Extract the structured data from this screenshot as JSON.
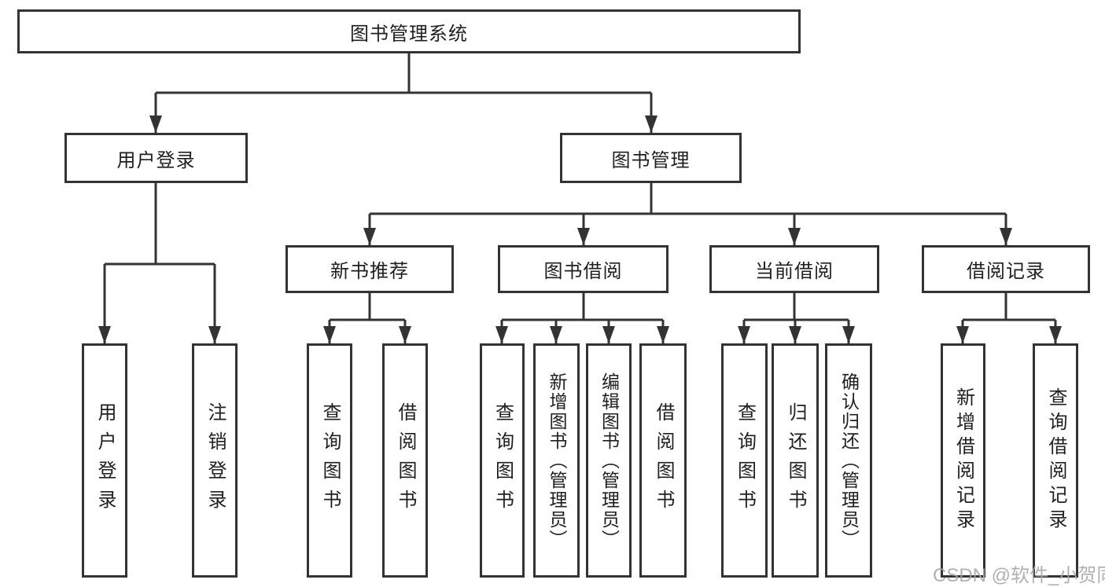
{
  "tree": {
    "label": "图书管理系统",
    "children": [
      {
        "label": "用户登录",
        "children": [
          {
            "label": "用户登录"
          },
          {
            "label": "注销登录"
          }
        ]
      },
      {
        "label": "图书管理",
        "children": [
          {
            "label": "新书推荐",
            "children": [
              {
                "label": "查询图书"
              },
              {
                "label": "借阅图书"
              }
            ]
          },
          {
            "label": "图书借阅",
            "children": [
              {
                "label": "查询图书"
              },
              {
                "label": "新增图书（管理员）"
              },
              {
                "label": "编辑图书（管理员）"
              },
              {
                "label": "借阅图书"
              }
            ]
          },
          {
            "label": "当前借阅",
            "children": [
              {
                "label": "查询图书"
              },
              {
                "label": "归还图书"
              },
              {
                "label": "确认归还（管理员）"
              }
            ]
          },
          {
            "label": "借阅记录",
            "children": [
              {
                "label": "新增借阅记录"
              },
              {
                "label": "查询借阅记录"
              }
            ]
          }
        ]
      }
    ]
  },
  "watermark": {
    "text": "CSDN @软件_小贺同学"
  },
  "colors": {
    "line": "#333333",
    "text": "#1f1f1f",
    "background": "#ffffff",
    "watermark": "#a6a6a6"
  }
}
